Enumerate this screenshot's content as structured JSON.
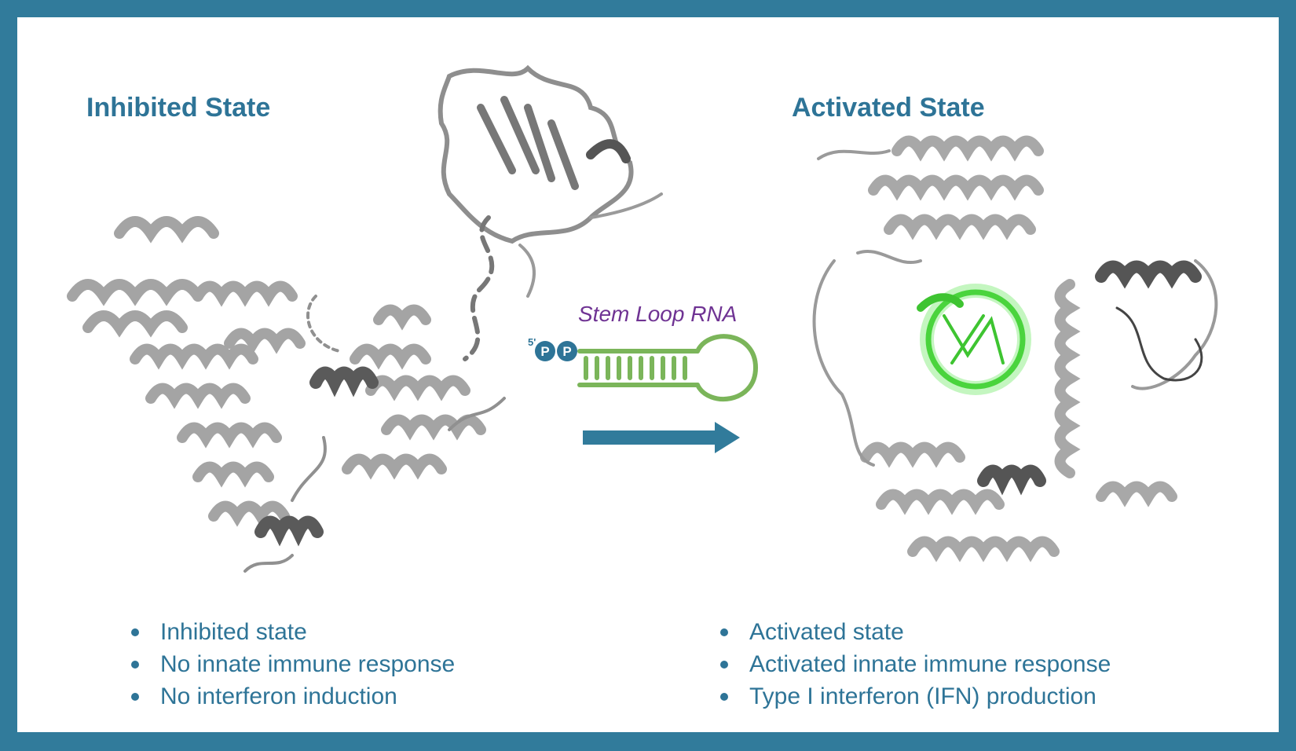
{
  "left_panel": {
    "title": "Inhibited State",
    "bullets": [
      "Inhibited state",
      "No innate immune response",
      "No interferon induction"
    ]
  },
  "right_panel": {
    "title": "Activated State",
    "bullets": [
      "Activated state",
      "Activated innate immune response",
      "Type I interferon (IFN) production"
    ]
  },
  "center": {
    "rna_label": "Stem Loop RNA",
    "five_prime": "5'",
    "phosphate_1": "P",
    "phosphate_2": "P"
  },
  "icons": {
    "arrow": "right-arrow-icon",
    "rna": "stem-loop-rna-icon"
  },
  "colors": {
    "frame": "#317b9b",
    "title": "#2e7497",
    "rna_label": "#6f3393",
    "rna_green": "#7bb55a",
    "bound_rna": "#55e44a",
    "protein_gray": "#9e9e9e",
    "protein_dark": "#555555"
  }
}
